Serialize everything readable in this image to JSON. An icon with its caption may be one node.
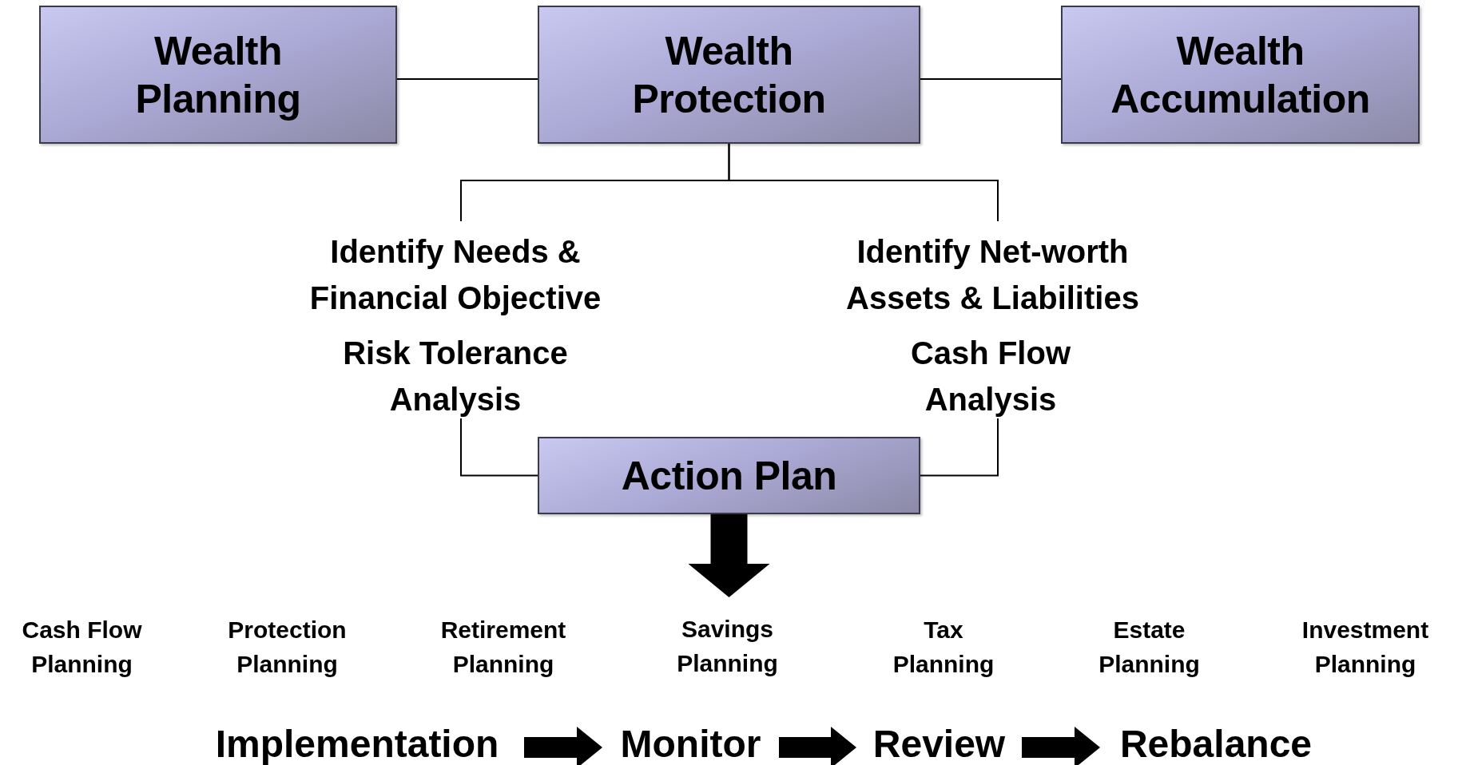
{
  "diagram": {
    "nodes": [
      {
        "text": [
          "Wealth Planning"
        ]
      },
      {
        "text": [
          "Wealth Protection"
        ]
      },
      {
        "text": [
          "Wealth Accumulation"
        ]
      },
      {
        "text": [
          "Identify Needs & Financial Objective"
        ]
      },
      {
        "text": [
          "Risk Tolerance Analysis"
        ]
      },
      {
        "text": [
          "Identify Net-worth Assets & Liabilities"
        ]
      },
      {
        "text": [
          "Cash Flow Analysis"
        ]
      },
      {
        "text": [
          "Action Plan"
        ]
      },
      {
        "text": [
          "Cash Flow Planning"
        ]
      },
      {
        "text": [
          "Protection Planning"
        ]
      },
      {
        "text": [
          "Retirement Planning"
        ]
      },
      {
        "text": [
          "Savings Planning"
        ]
      },
      {
        "text": [
          "Tax Planning"
        ]
      },
      {
        "text": [
          "Estate Planning"
        ]
      },
      {
        "text": [
          "Investment Planning"
        ]
      },
      {
        "text": [
          "Implementation"
        ]
      },
      {
        "text": [
          "Monitor"
        ]
      },
      {
        "text": [
          "Review"
        ]
      },
      {
        "text": [
          "Rebalance"
        ]
      }
    ],
    "edges": [
      {
        "from": 0,
        "to": 1,
        "arrow": "none"
      },
      {
        "from": 1,
        "to": 2,
        "arrow": "none"
      },
      {
        "from": 1,
        "to": 3,
        "arrow": "none"
      },
      {
        "from": 1,
        "to": 5,
        "arrow": "none"
      },
      {
        "from": 4,
        "to": 7,
        "arrow": "none"
      },
      {
        "from": 6,
        "to": 7,
        "arrow": "none"
      },
      {
        "from": 7,
        "to": 11,
        "arrow": "to",
        "style": "thick"
      },
      {
        "from": 15,
        "to": 16,
        "arrow": "to",
        "style": "thick"
      },
      {
        "from": 16,
        "to": 17,
        "arrow": "to",
        "style": "thick"
      },
      {
        "from": 17,
        "to": 18,
        "arrow": "to",
        "style": "thick"
      }
    ]
  }
}
